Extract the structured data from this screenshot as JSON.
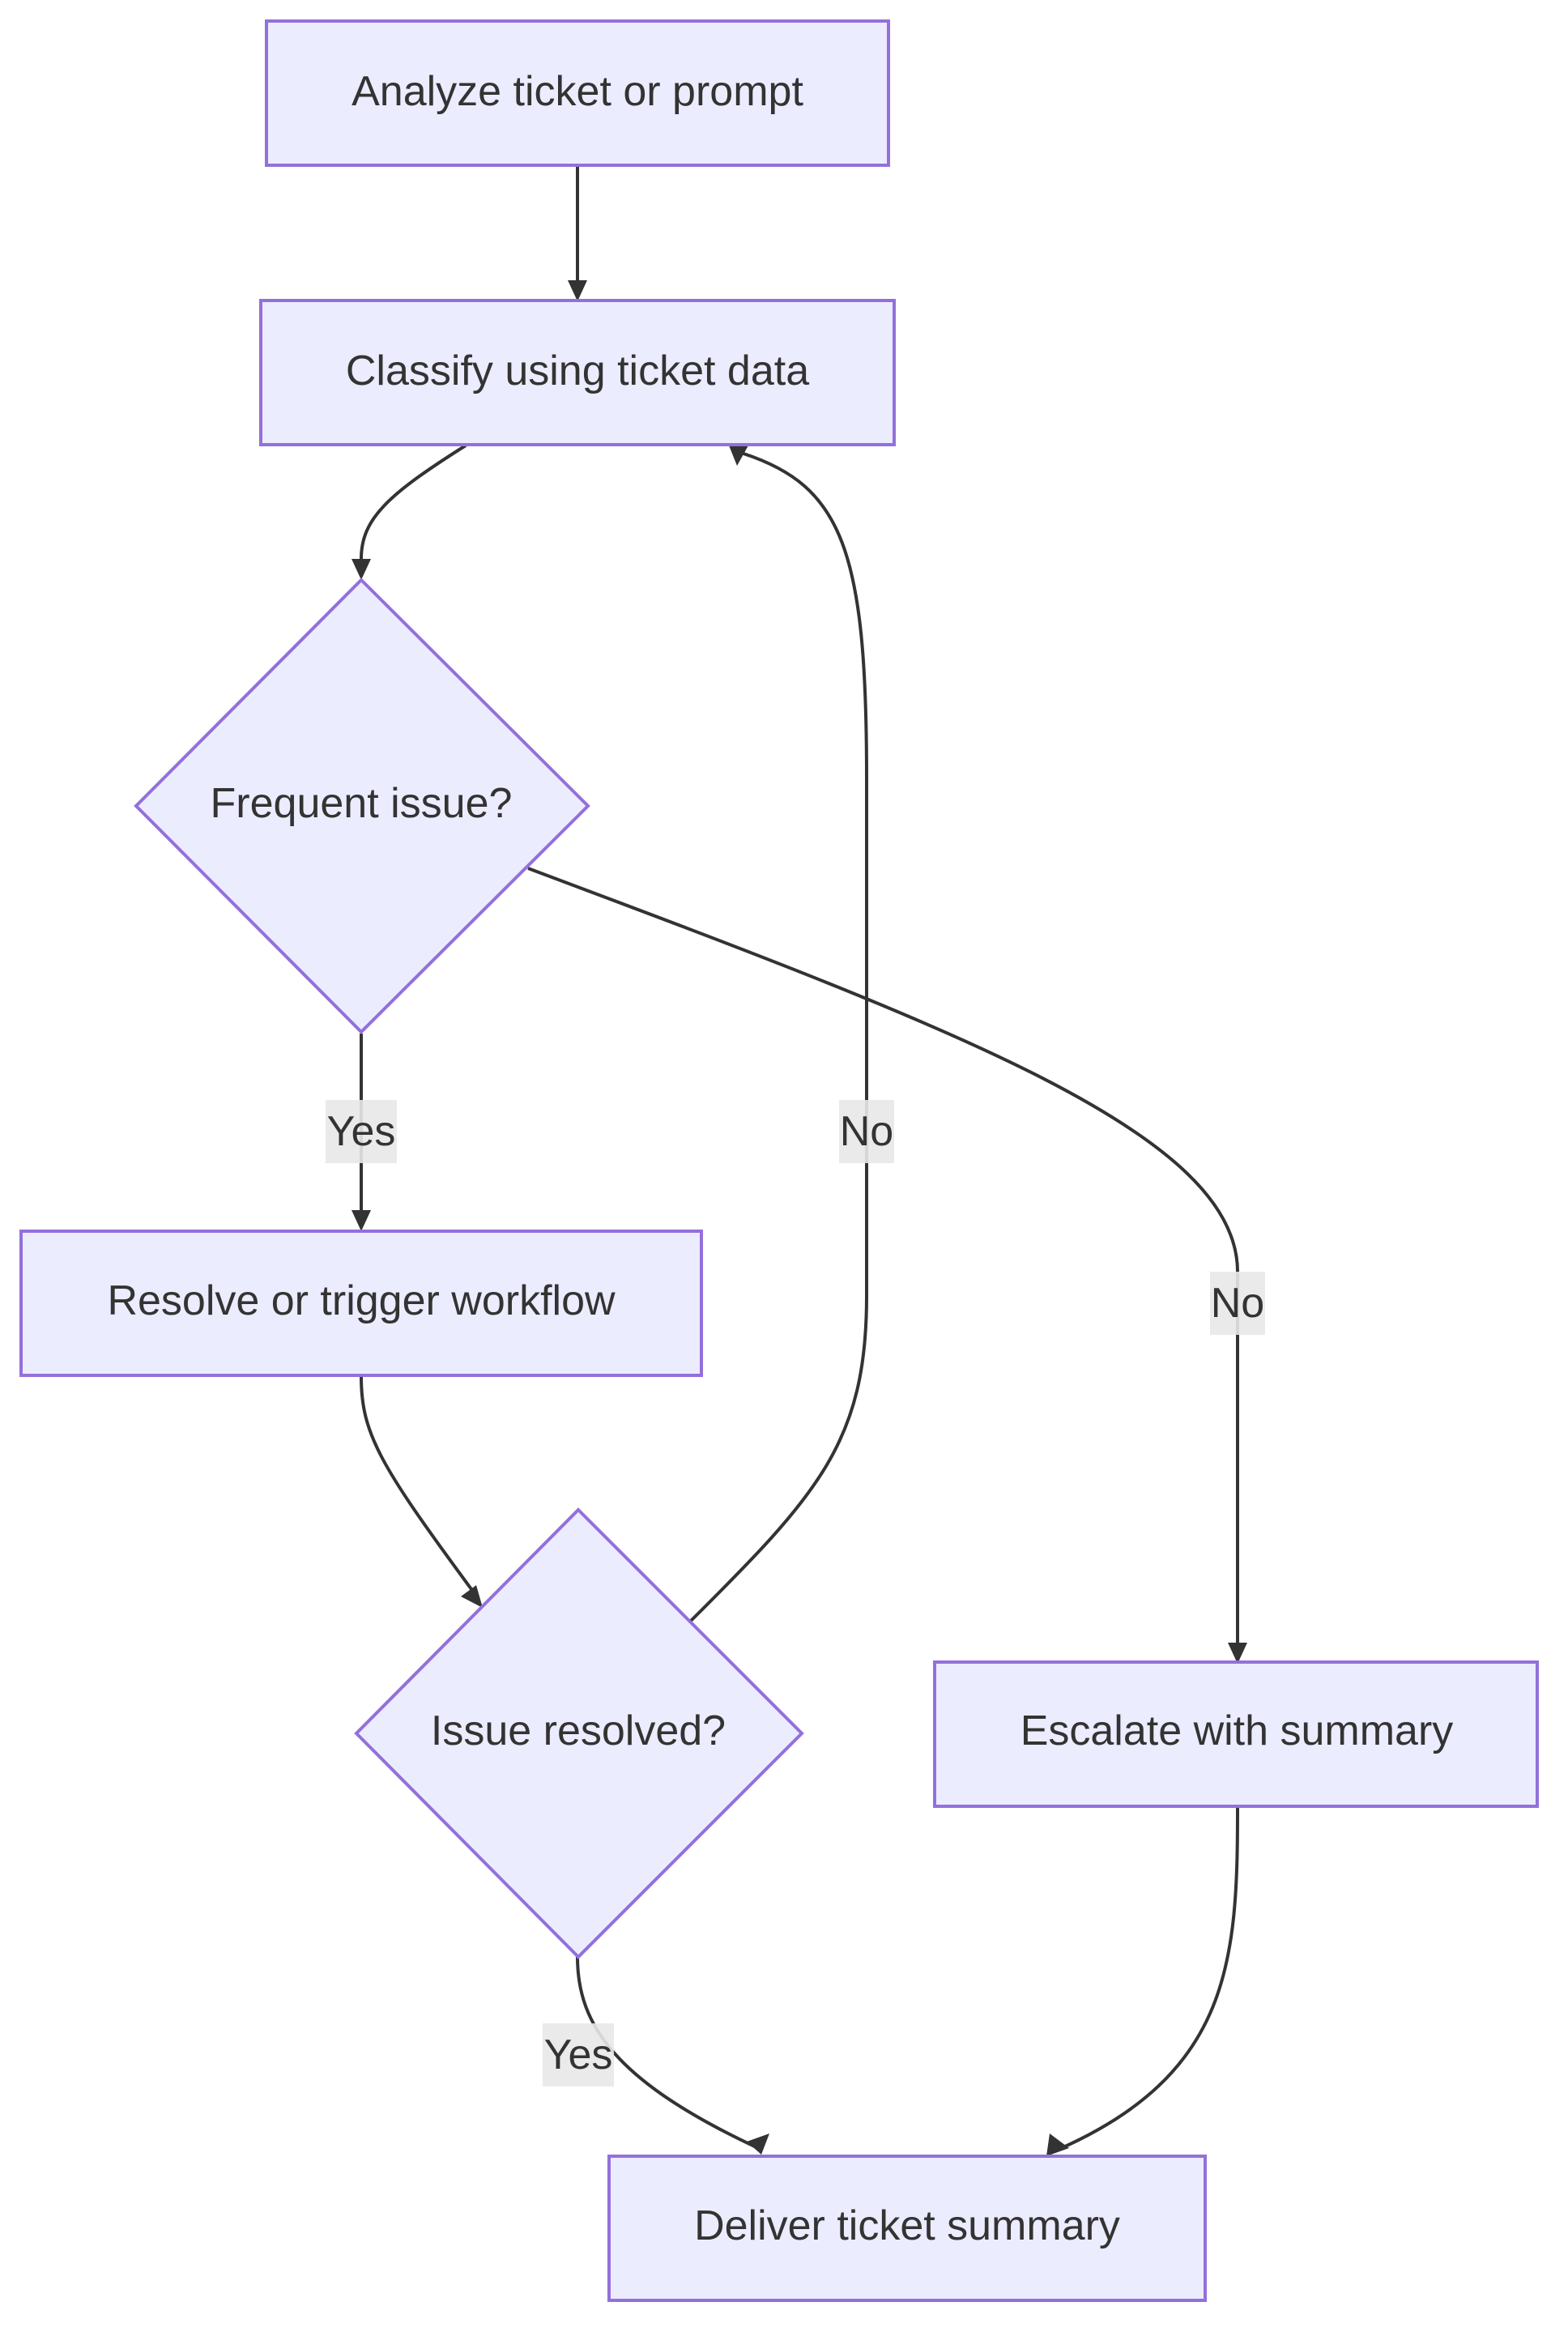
{
  "nodes": {
    "analyze": {
      "label": "Analyze ticket or prompt",
      "shape": "rect"
    },
    "classify": {
      "label": "Classify using ticket data",
      "shape": "rect"
    },
    "frequent": {
      "label": "Frequent issue?",
      "shape": "diamond"
    },
    "resolve": {
      "label": "Resolve or trigger workflow",
      "shape": "rect"
    },
    "resolved": {
      "label": "Issue resolved?",
      "shape": "diamond"
    },
    "escalate": {
      "label": "Escalate with summary",
      "shape": "rect"
    },
    "deliver": {
      "label": "Deliver ticket summary",
      "shape": "rect"
    }
  },
  "edges": [
    {
      "from": "analyze",
      "to": "classify",
      "label": ""
    },
    {
      "from": "classify",
      "to": "frequent",
      "label": ""
    },
    {
      "from": "frequent",
      "to": "resolve",
      "label": "Yes"
    },
    {
      "from": "frequent",
      "to": "escalate",
      "label": "No"
    },
    {
      "from": "resolve",
      "to": "resolved",
      "label": ""
    },
    {
      "from": "resolved",
      "to": "classify",
      "label": "No"
    },
    {
      "from": "resolved",
      "to": "deliver",
      "label": "Yes"
    },
    {
      "from": "escalate",
      "to": "deliver",
      "label": ""
    }
  ],
  "colors": {
    "node_fill": "#ECECFF",
    "node_stroke": "#9370DB",
    "edge": "#333333",
    "text": "#333333",
    "edge_label_bg": "#E8E8E8"
  }
}
